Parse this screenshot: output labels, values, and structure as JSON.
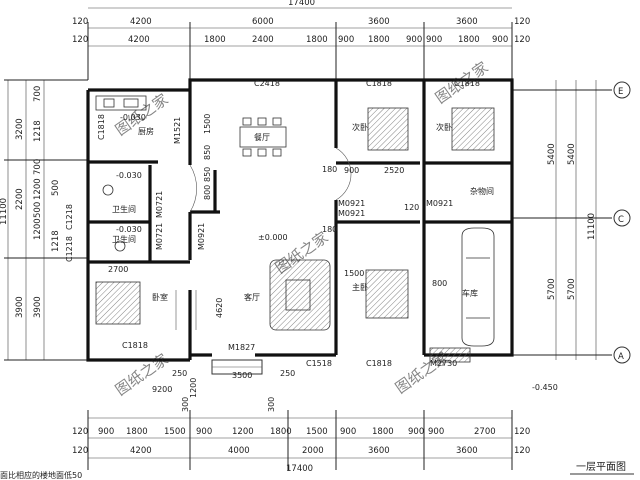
{
  "title": "一层平面图",
  "bottom_note": "面比相应的楼地面低50",
  "dims": {
    "top_total": "17400",
    "top_row1": [
      "4200",
      "6000",
      "3600",
      "3600"
    ],
    "top_row2": [
      "4200",
      "1800",
      "2400",
      "1800",
      "900",
      "1800",
      "900",
      "900",
      "1800",
      "900"
    ],
    "bottom_row1": [
      "900",
      "1800",
      "1500",
      "900",
      "1200",
      "1800",
      "1500",
      "900",
      "1800",
      "900",
      "900",
      "2700"
    ],
    "bottom_row2": [
      "4200",
      "4000",
      "2000",
      "3600",
      "3600"
    ],
    "bottom_total": "17400",
    "edge": "120",
    "left_outer": [
      "3200",
      "2200",
      "3900"
    ],
    "left_inner": [
      "700",
      "1218",
      "700",
      "1200",
      "500",
      "1200",
      "1218",
      "500",
      "3900"
    ],
    "left_total": "11100",
    "right_inner": [
      "5400",
      "5700"
    ],
    "right_outer": [
      "5400",
      "5700"
    ],
    "right_total": "11100",
    "misc": [
      "1500",
      "850",
      "850",
      "800",
      "1200",
      "800",
      "900",
      "2520",
      "180",
      "120",
      "180",
      "800",
      "1500",
      "900",
      "800",
      "4620",
      "2700"
    ]
  },
  "axes": {
    "right": [
      "E",
      "C",
      "A"
    ]
  },
  "rooms": {
    "kitchen": "厨房",
    "dining": "餐厅",
    "bedroom2": "次卧",
    "bedroom3": "次卧",
    "storage": "杂物间",
    "wc1": "卫生间",
    "wc2": "卫生间",
    "bedroom1": "卧室",
    "living": "客厅",
    "master": "主卧",
    "garage": "车库"
  },
  "codes": {
    "c2418": "C2418",
    "c1818_b2": "C1818",
    "c1818_b3": "C1818",
    "c1818_kit": "C1818",
    "c1218_a": "C1218",
    "c1218_b": "C1218",
    "c1818_bed1": "C1818",
    "c1818_master": "C1818",
    "c1518": "C1518",
    "m1521": "M1521",
    "m0921_a": "M0921",
    "m0921_b": "M0921",
    "m0921_c": "M0921",
    "m0721_a": "M0721",
    "m0721_b": "M0721",
    "m0921_d": "M0921",
    "m1827": "M1827",
    "m2730": "M2730",
    "elev_0": "±0.000",
    "elev_kit": "-0.030",
    "elev_wc1": "-0.030",
    "elev_wc2": "-0.030",
    "elev_out": "-0.450",
    "porch_w": "3500",
    "porch_l": "9200",
    "porch_250a": "250",
    "porch_250b": "250",
    "porch_1200": "1200",
    "porch_300a": "300",
    "porch_300b": "300"
  },
  "watermark": "图纸之家"
}
